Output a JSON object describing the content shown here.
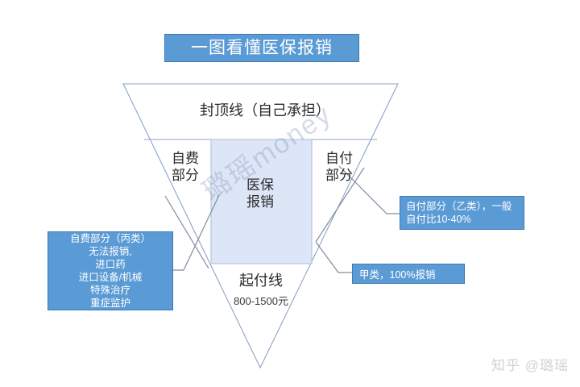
{
  "title": {
    "text": "一图看懂医保报销",
    "bg": "#5b9bd5",
    "border": "#4178b0",
    "color": "#ffffff"
  },
  "diagram": {
    "shape": "inverted-triangle",
    "cap_label": "封顶线（自己承担）",
    "left_column_label": "自费\n部分",
    "center_column_label": "医保\n报销",
    "right_column_label": "自付\n部分",
    "deductible_label": "起付线",
    "deductible_amount": "800-1500元",
    "center_fill": "#dde6f7",
    "outline": "#8ba3c7"
  },
  "callouts": [
    {
      "id": "left",
      "text": "自费部分（丙类）\n无法报销,\n进口药\n进口设备/机械\n特殊治疗\n重症监护",
      "bg": "#5b9bd5"
    },
    {
      "id": "right-top",
      "text": "自付部分（乙类），一般\n自付比10-40%",
      "bg": "#5b9bd5"
    },
    {
      "id": "right-bottom",
      "text": "甲类，100%报销",
      "bg": "#5b9bd5"
    }
  ],
  "watermarks": {
    "diagonal": "璐瑶money",
    "corner": "知乎 @璐瑶"
  }
}
